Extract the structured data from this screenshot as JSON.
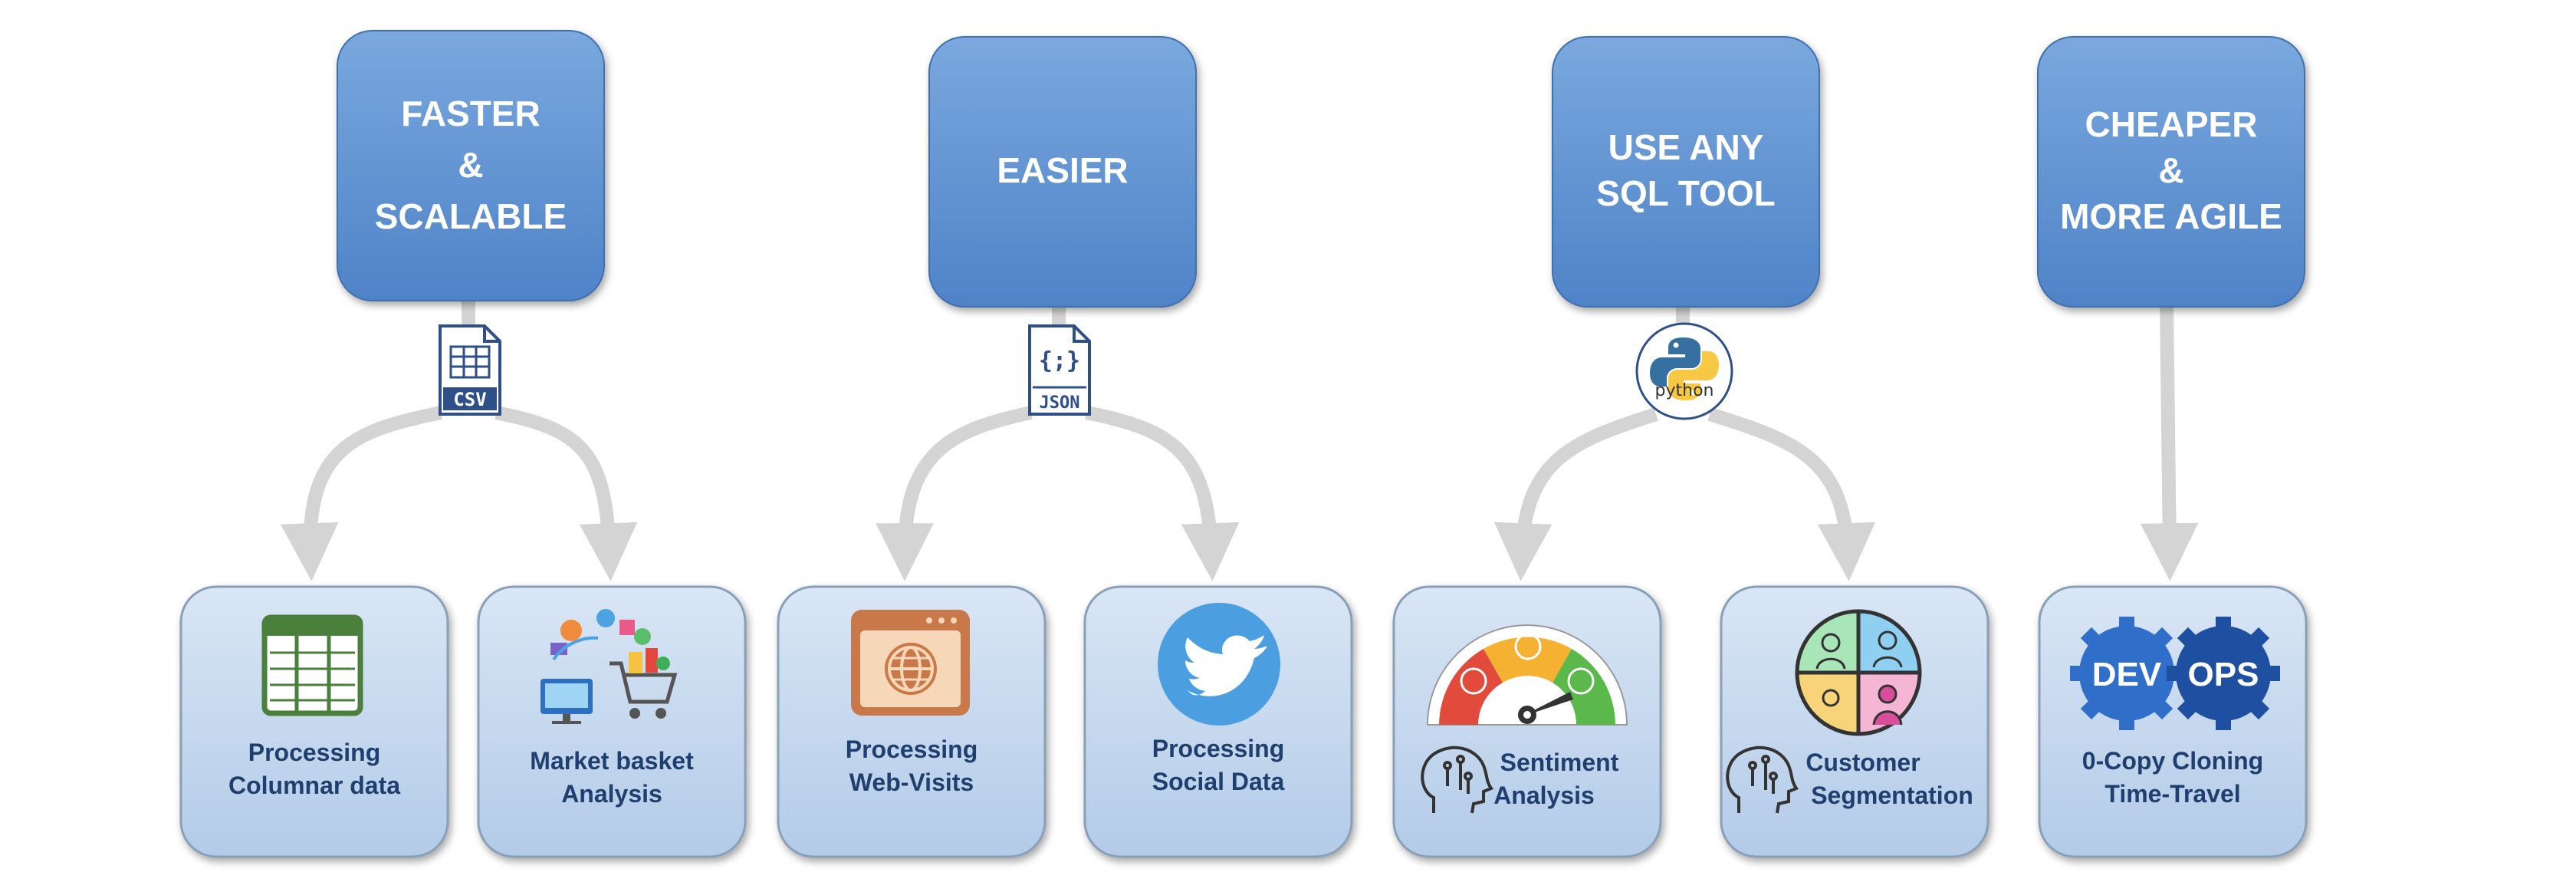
{
  "colors": {
    "top_box": "#5b8fd0",
    "leaf_box": "#c6d9ef",
    "leaf_text": "#1f3f6e",
    "arrow": "#d4d4d4",
    "dev_gear": "#2f6fc9",
    "ops_gear": "#1e4fa0",
    "twitter": "#4b9fe1",
    "csv_green": "#4a7f3c"
  },
  "categories": [
    {
      "title_lines": [
        "FASTER",
        "&",
        "SCALABLE"
      ],
      "badge": {
        "label": "CSV",
        "icon": "csv-file-icon"
      },
      "leaves": [
        {
          "lines": [
            "Processing",
            "Columnar data"
          ],
          "icon": "spreadsheet-icon"
        },
        {
          "lines": [
            "Market basket",
            "Analysis"
          ],
          "icon": "shopping-cart-icon"
        }
      ]
    },
    {
      "title_lines": [
        "EASIER"
      ],
      "badge": {
        "label": "JSON",
        "symbol": "{;}",
        "icon": "json-file-icon"
      },
      "leaves": [
        {
          "lines": [
            "Processing",
            "Web-Visits"
          ],
          "icon": "browser-globe-icon"
        },
        {
          "lines": [
            "Processing",
            "Social Data"
          ],
          "icon": "twitter-bird-icon"
        }
      ]
    },
    {
      "title_lines": [
        "USE ANY",
        "SQL TOOL"
      ],
      "badge": {
        "label": "python",
        "icon": "python-logo-icon"
      },
      "leaves": [
        {
          "lines": [
            "Sentiment",
            "Analysis"
          ],
          "icon": "sentiment-gauge-icon"
        },
        {
          "lines": [
            "Customer",
            "Segmentation"
          ],
          "icon": "customer-segments-icon"
        }
      ]
    },
    {
      "title_lines": [
        "CHEAPER",
        "&",
        "MORE AGILE"
      ],
      "leaves": [
        {
          "lines": [
            "0-Copy Cloning",
            "Time-Travel"
          ],
          "icon": "devops-gears-icon",
          "gears": [
            "DEV",
            "OPS"
          ]
        }
      ]
    }
  ]
}
